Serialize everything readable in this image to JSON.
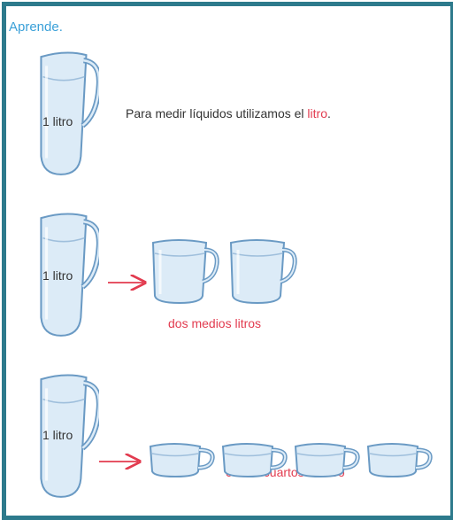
{
  "title": "Aprende.",
  "intro": {
    "text": "Para medir líquidos utilizamos el ",
    "highlight": "litro",
    "end": "."
  },
  "jug_label": "1 litro",
  "caption_halves": "dos medios litros",
  "caption_quarters": "cuatro cuartos de litro",
  "colors": {
    "frame": "#2d7a8c",
    "title": "#3aa0d8",
    "accent": "#e23b4f",
    "glass_stroke": "#6a9ac4",
    "glass_fill": "#dcebf7"
  }
}
